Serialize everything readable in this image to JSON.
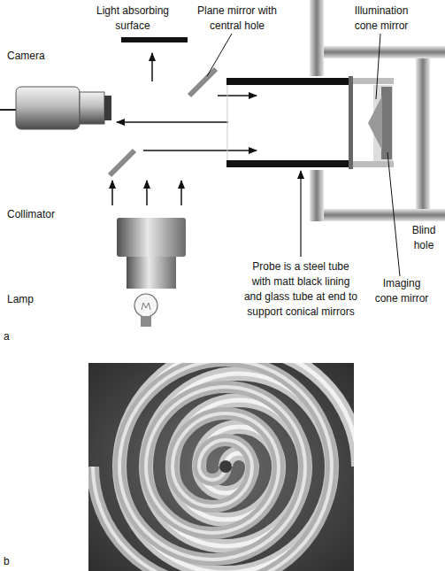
{
  "diagram": {
    "labels": [
      "Light absorbing surface",
      "Plane mirror with central hole",
      "Illumination cone mirror",
      "Camera",
      "Collimator",
      "Lamp",
      "Probe is a steel tube with matt black lining and glass tube at end to support conical mirrors",
      "Imaging cone mirror",
      "Blind hole",
      "a",
      "b"
    ]
  }
}
